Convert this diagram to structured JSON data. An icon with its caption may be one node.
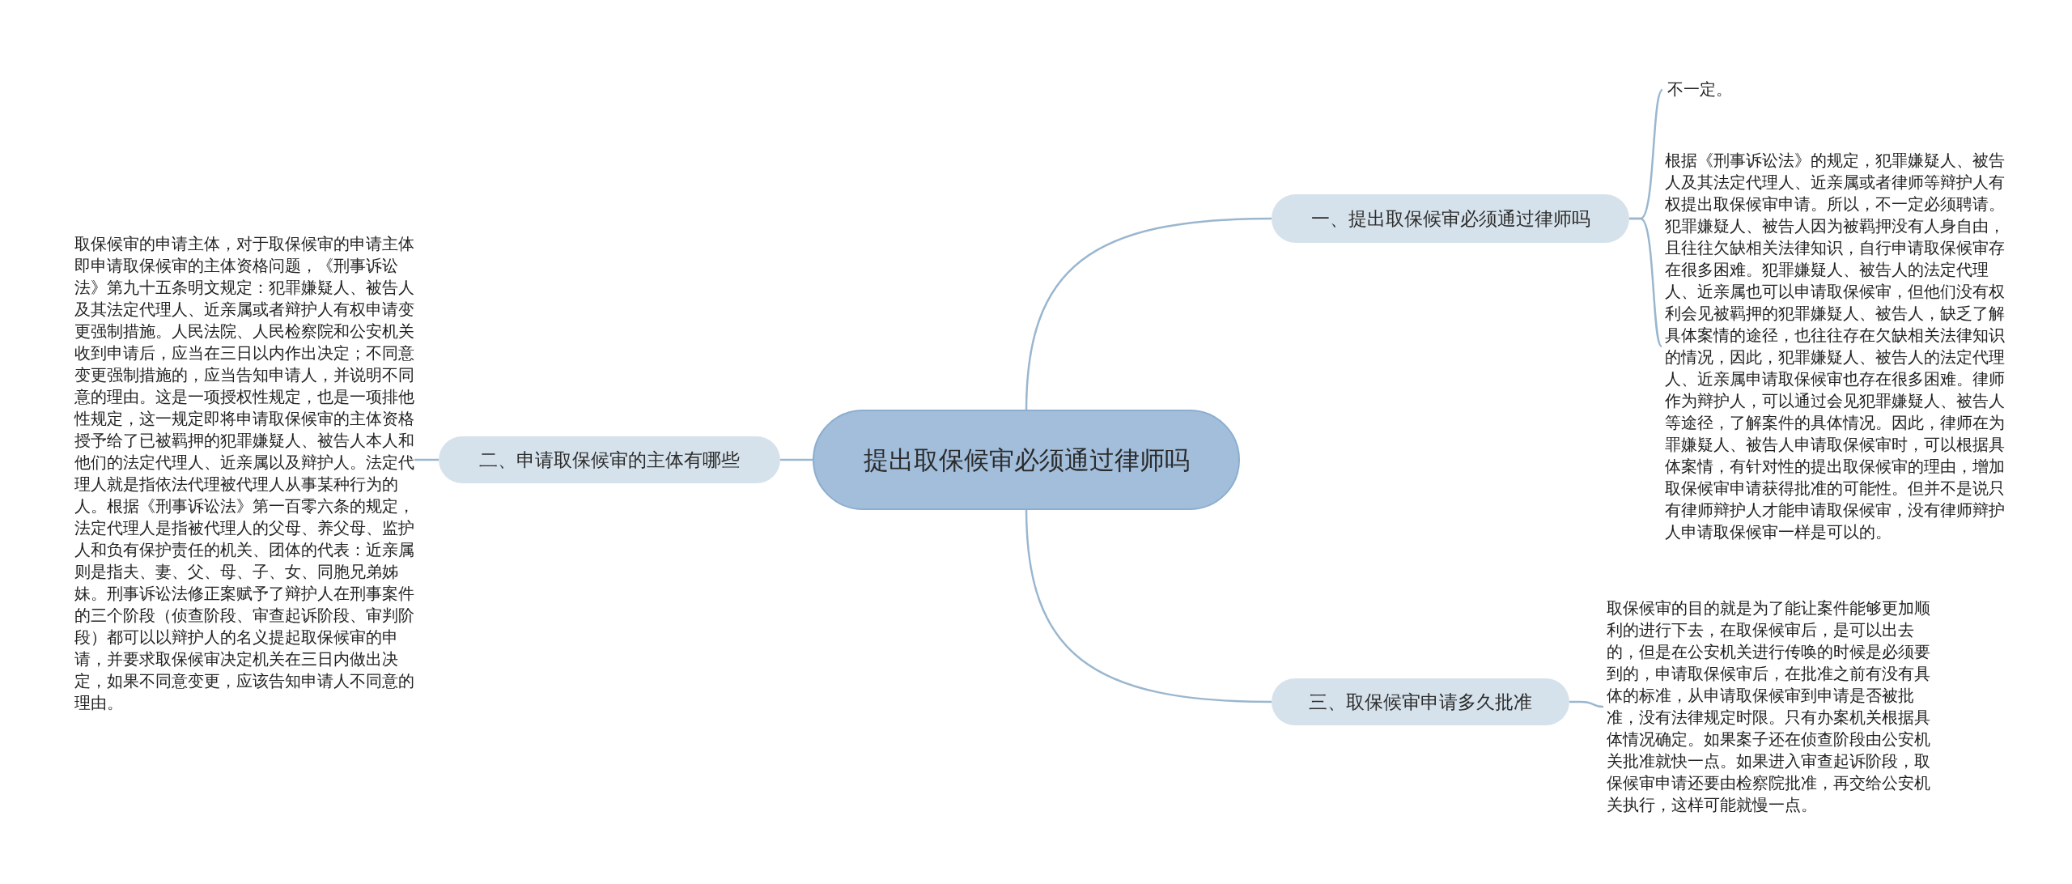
{
  "diagram": {
    "nodes": [
      {
        "text": [
          "提出取保候审必须通过律师吗"
        ]
      },
      {
        "text": [
          "一、提出取保候审必须通过律师吗"
        ]
      },
      {
        "text": [
          "二、申请取保候审的主体有哪些"
        ]
      },
      {
        "text": [
          "三、取保候审申请多久批准"
        ]
      },
      {
        "text": [
          "不一定。"
        ]
      },
      {
        "text": [
          "根据《刑事诉讼法》的规定，犯罪嫌疑人、被告人及其法定代理人、近亲属或者律师等辩护人有权提出取保候审申请。所以，不一定必须聘请。犯罪嫌疑人、被告人因为被羁押没有人身自由，且往往欠缺相关法律知识，自行申请取保候审存在很多困难。犯罪嫌疑人、被告人的法定代理人、近亲属也可以申请取保候审，但他们没有权利会见被羁押的犯罪嫌疑人、被告人，缺乏了解具体案情的途径，也往往存在欠缺相关法律知识的情况，因此，犯罪嫌疑人、被告人的法定代理人、近亲属申请取保候审也存在很多困难。律师作为辩护人，可以通过会见犯罪嫌疑人、被告人等途径，了解案件的具体情况。因此，律师在为罪嫌疑人、被告人申请取保候审时，可以根据具体案情，有针对性的提出取保候审的理由，增加取保候审申请获得批准的可能性。但并不是说只有律师辩护人才能申请取保候审，没有律师辩护人申请取保候审一样是可以的。"
        ]
      },
      {
        "text": [
          "取保候审的申请主体，对于取保候审的申请主体即申请取保候审的主体资格问题，《刑事诉讼法》第九十五条明文规定：犯罪嫌疑人、被告人及其法定代理人、近亲属或者辩护人有权申请变更强制措施。人民法院、人民检察院和公安机关收到申请后，应当在三日以内作出决定；不同意变更强制措施的，应当告知申请人，并说明不同意的理由。这是一项授权性规定，也是一项排他性规定，这一规定即将申请取保候审的主体资格授予给了已被羁押的犯罪嫌疑人、被告人本人和他们的法定代理人、近亲属以及辩护人。法定代理人就是指依法代理被代理人从事某种行为的人。根据《刑事诉讼法》第一百零六条的规定，法定代理人是指被代理人的父母、养父母、监护人和负有保护责任的机关、团体的代表：近亲属则是指夫、妻、父、母、子、女、同胞兄弟姊妹。刑事诉讼法修正案赋予了辩护人在刑事案件的三个阶段（侦查阶段、审查起诉阶段、审判阶段）都可以以辩护人的名义提起取保候审的申请，并要求取保候审决定机关在三日内做出决定，如果不同意变更，应该告知申请人不同意的理由。"
        ]
      },
      {
        "text": [
          "取保候审的目的就是为了能让案件能够更加顺利的进行下去，在取保候审后，是可以出去的，但是在公安机关进行传唤的时候是必须要到的，申请取保候审后，在批准之前有没有具体的标准，从申请取保候审到申请是否被批准，没有法律规定时限。只有办案机关根据具体情况确定。如果案子还在侦查阶段由公安机关批准就快一点。如果进入审查起诉阶段，取保候审申请还要由检察院批准，再交给公安机关执行，这样可能就慢一点。"
        ]
      }
    ],
    "edges": [
      {
        "from": 0,
        "to": 1,
        "arrow": "none"
      },
      {
        "from": 1,
        "to": 4,
        "arrow": "none"
      },
      {
        "from": 1,
        "to": 5,
        "arrow": "none"
      },
      {
        "from": 0,
        "to": 2,
        "arrow": "none"
      },
      {
        "from": 2,
        "to": 6,
        "arrow": "none"
      },
      {
        "from": 0,
        "to": 3,
        "arrow": "none"
      },
      {
        "from": 3,
        "to": 7,
        "arrow": "none"
      }
    ]
  }
}
